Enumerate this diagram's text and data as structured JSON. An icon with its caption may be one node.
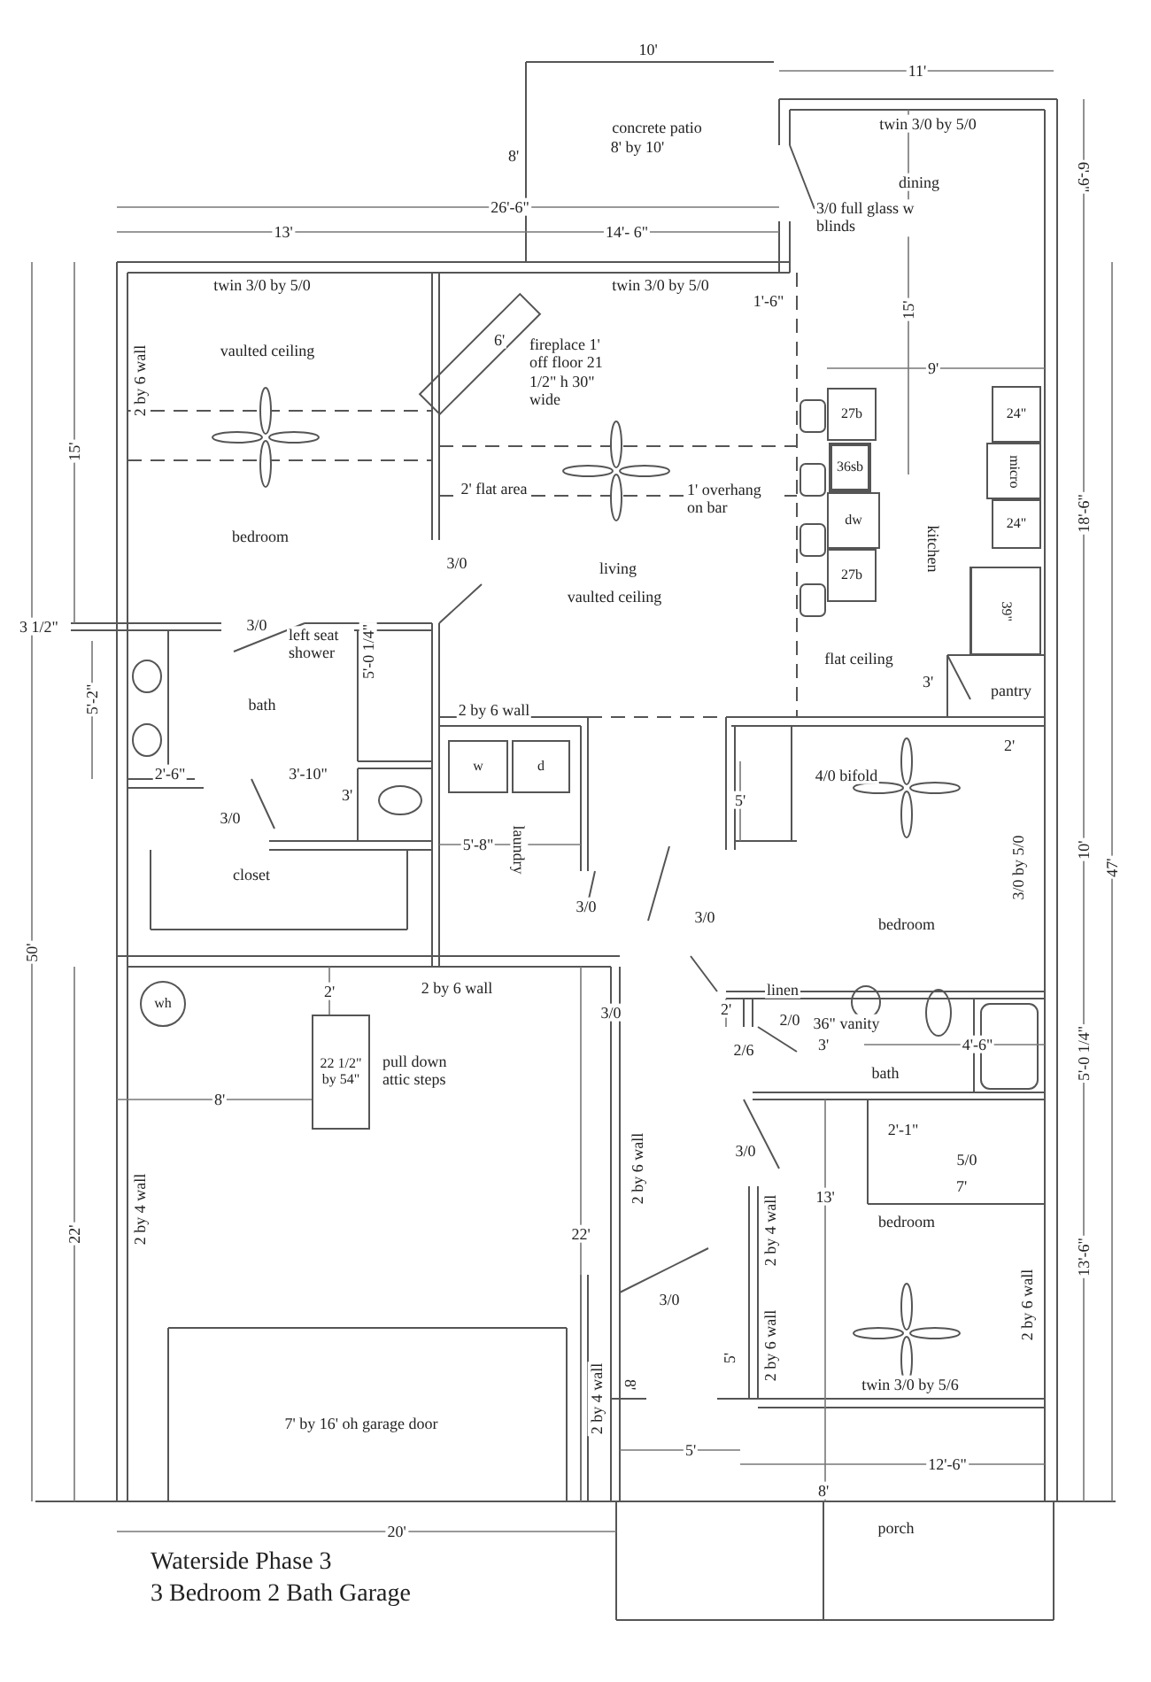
{
  "diagram": {
    "title": "Waterside Phase 3",
    "caption": "3 Bedroom 2 Bath Garage",
    "nodes": [
      {
        "text": [
          "27b"
        ]
      },
      {
        "text": [
          "24\""
        ]
      },
      {
        "text": [
          "36sb"
        ]
      },
      {
        "text": [
          "micro"
        ]
      },
      {
        "text": [
          "dw"
        ]
      },
      {
        "text": [
          "24\""
        ]
      },
      {
        "text": [
          "27b"
        ]
      },
      {
        "text": [
          "39\""
        ]
      },
      {
        "text": [
          "w"
        ]
      },
      {
        "text": [
          "d"
        ]
      },
      {
        "text": [
          "wh"
        ]
      },
      {
        "text": [
          "22 1/2\" by 54\""
        ]
      }
    ],
    "labels": [
      "10'",
      "11'",
      "twin 3/0 by 5/0",
      "concrete patio",
      "8' by 10'",
      "8'",
      "6'-9\"",
      "dining",
      "26'-6\"",
      "3/0 full glass w blinds",
      "13'",
      "14'- 6\"",
      "twin 3/0 by 5/0",
      "twin 3/0 by 5/0",
      "1'-6\"",
      "15'",
      "6'",
      "fireplace 1' off floor 21 1/2\" h 30\" wide",
      "vaulted ceiling",
      "2 by 6 wall",
      "9'",
      "15'",
      "2' flat area",
      "1' overhang on bar",
      "bedroom",
      "3/0",
      "living",
      "18'-6\"",
      "kitchen",
      "vaulted ceiling",
      "3 1/2\"",
      "3/0",
      "left seat shower",
      "5'-0 1/4\"",
      "flat ceiling",
      "3'",
      "pantry",
      "bath",
      "5'-2\"",
      "2 by 6 wall",
      "2'",
      "5'",
      "4/0 bifold",
      "2'-6\"",
      "3'-10\"",
      "3'",
      "3/0",
      "5'-8\"",
      "laundry",
      "10'",
      "3/0 by 5/0",
      "47'",
      "closet",
      "3/0",
      "3/0",
      "bedroom",
      "50'",
      "2'",
      "2 by 6 wall",
      "linen",
      "2'",
      "3/0",
      "2/0",
      "36\" vanity",
      "5'-0 1/4\"",
      "2/6",
      "3'",
      "4'-6\"",
      "pull down attic steps",
      "bath",
      "8'",
      "2'-1\"",
      "3/0",
      "5/0",
      "2 by 6 wall",
      "7'",
      "13'",
      "bedroom",
      "2 by 4 wall",
      "22'",
      "22'",
      "2 by 4 wall",
      "13'-6\"",
      "3/0",
      "2 by 6 wall",
      "5'",
      "2 by 6 wall",
      "8'",
      "twin 3/0 by 5/6",
      "2 by 4 wall",
      "7' by 16' oh garage door",
      "5'",
      "12'-6\"",
      "8'",
      "porch",
      "20'"
    ]
  }
}
